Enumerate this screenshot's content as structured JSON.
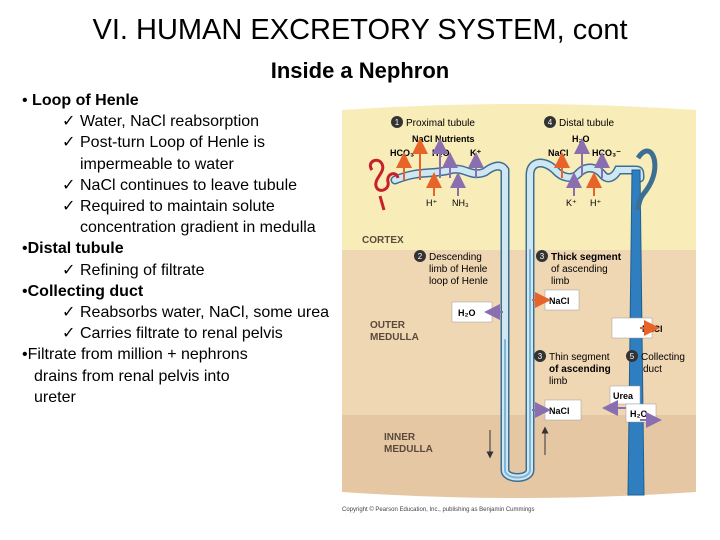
{
  "title": "VI.  HUMAN EXCRETORY SYSTEM, cont",
  "subtitle": "Inside a Nephron",
  "bullets": {
    "loop_header": "Loop of Henle",
    "loop_items": [
      "Water, NaCl reabsorption",
      "Post-turn Loop of Henle is impermeable to water",
      "NaCl continues to leave tubule",
      "Required to maintain solute concentration gradient in medulla"
    ],
    "distal_header": "Distal tubule",
    "distal_items": [
      "Refining of filtrate"
    ],
    "collecting_header": "Collecting duct",
    "collecting_items": [
      "Reabsorbs water, NaCl, some urea",
      "Carries filtrate to renal pelvis"
    ],
    "filtrate_line1": "Filtrate from million + nephrons",
    "filtrate_line2": "drains from renal pelvis into",
    "filtrate_line3": "ureter"
  },
  "diagram": {
    "regions": {
      "cortex": "CORTEX",
      "outer_medulla_1": "OUTER",
      "outer_medulla_2": "MEDULLA",
      "inner_medulla_1": "INNER",
      "inner_medulla_2": "MEDULLA"
    },
    "labels": {
      "n1": "1",
      "proximal": "Proximal tubule",
      "n4": "4",
      "distal": "Distal tubule",
      "n2": "2",
      "descending_1": "Descending",
      "descending_2": "limb of Henle",
      "descending_3": "loop of Henle",
      "n3a": "3",
      "thick_1": "Thick segment",
      "thick_2": "of ascending",
      "thick_3": "limb",
      "n3b": "3",
      "thin_1": "Thin segment",
      "thin_2": "of ascending",
      "thin_3": "limb",
      "n5": "5",
      "collecting_1": "Collecting",
      "collecting_2": "duct"
    },
    "solutes": {
      "prox_nacl_nutrients": "NaCl  Nutrients",
      "prox_hco3": "HCO₃⁻",
      "prox_h2o": "H₂O",
      "prox_k": "K⁺",
      "prox_h": "H⁺",
      "prox_nh3": "NH₃",
      "dist_h2o": "H₂O",
      "dist_nacl": "NaCl",
      "dist_hco3": "HCO₃⁻",
      "dist_k": "K⁺",
      "dist_h": "H⁺",
      "desc_h2o": "H₂O",
      "thick_nacl": "NaCl",
      "duct_nacl": "NaCl",
      "thin_nacl": "NaCl",
      "duct_urea": "Urea",
      "duct_h2o": "H₂O"
    },
    "copyright": "Copyright © Pearson Education, Inc., publishing as Benjamin Cummings"
  },
  "colors": {
    "cortex": "#f8ecb8",
    "outer_medulla": "#f0d7b4",
    "inner_medulla": "#e6c7a4",
    "tubule": "#7fb6d6",
    "duct": "#2f7fc0",
    "arrow_orange": "#e8632a",
    "arrow_purple": "#8a6fb0",
    "glomerulus": "#c8202a"
  }
}
